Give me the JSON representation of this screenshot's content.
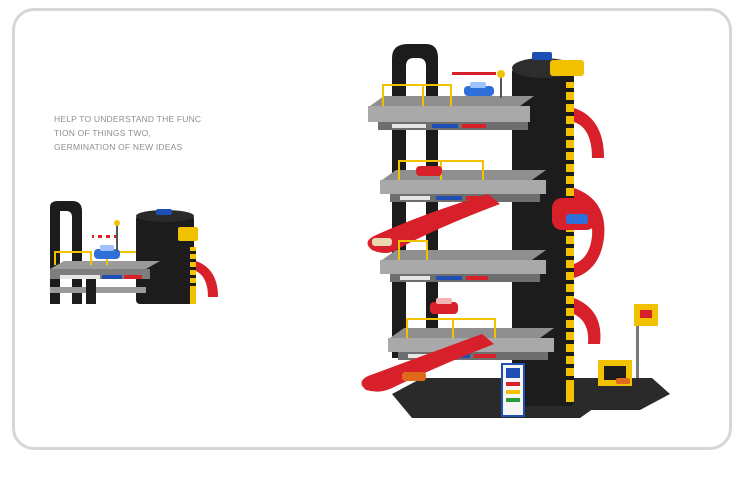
{
  "caption": {
    "line1": "HELP TO UNDERSTAND THE FUNC",
    "line2": "TION OF THINGS TWO,",
    "line3": "GERMINATION OF NEW IDEAS"
  },
  "colors": {
    "frame_border": "#d6d6d6",
    "caption_text": "#8f8f8f",
    "tower_black": "#1c1c1c",
    "deck_gray": "#9a9a9a",
    "ramp_red": "#d8202a",
    "accent_yellow": "#f2c200"
  }
}
